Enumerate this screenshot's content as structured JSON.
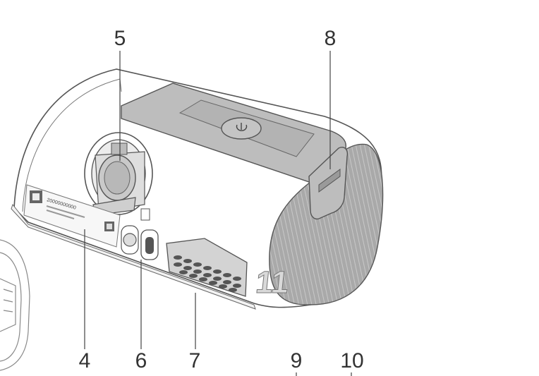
{
  "callouts": {
    "n4": "4",
    "n5": "5",
    "n6": "6",
    "n7": "7",
    "n8": "8",
    "n9": "9",
    "n10": "10",
    "n11": "11"
  },
  "labels": {
    "serial": "20000000000"
  },
  "colors": {
    "outline": "#555555",
    "body": "#ffffff",
    "panel": "#bdbdbd",
    "grille": "#a9a9a9",
    "grille_line": "#c8c8c8",
    "callout_text": "#333333"
  },
  "icons": {
    "power": "power-icon",
    "humidifier": "humidifier-tub-icon",
    "sd_card": "sd-card-slot-icon",
    "air_outlet": "air-outlet-icon",
    "dc_inlet": "dc-power-inlet-icon",
    "air_filter": "air-filter-cover-icon",
    "battery": "battery-connector-icon",
    "qr": "qr-code-icon"
  }
}
